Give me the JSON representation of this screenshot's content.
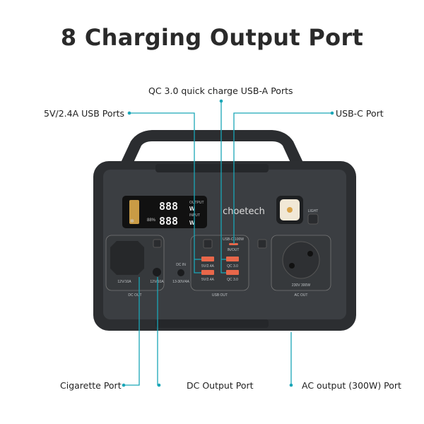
{
  "title": "8 Charging Output Port",
  "callouts": {
    "qc_usb_a": "QC 3.0 quick charge USB-A Ports",
    "usb_5v": "5V/2.4A USB Ports",
    "usb_c": "USB-C Port",
    "cigarette": "Cigarette Port",
    "dc_output": "DC Output Port",
    "ac_output": "AC output (300W) Port"
  },
  "device": {
    "brand": "choetech",
    "display": {
      "digits_top": "888",
      "digits_bottom": "888",
      "unit": "W",
      "output_label": "OUTPUT",
      "input_label": "INPUT",
      "battery_percent": "88%"
    },
    "light_label": "LIGHT",
    "dc_out": {
      "socket_rating": "12V/10A",
      "jack_rating": "12V/10A",
      "section_label": "DC OUT"
    },
    "dc_in": {
      "label": "DC IN",
      "rating": "13-30V/4A"
    },
    "usb_out": {
      "usb_c_label": "USB-C 100W",
      "usb_c_mode": "IN/OUT",
      "port_5v_1": "5V/2.4A",
      "port_5v_2": "5V/2.4A",
      "port_qc_1": "QC 3.0",
      "port_qc_2": "QC 3.0",
      "section_label": "USB OUT"
    },
    "ac_out": {
      "rating": "230V 300W",
      "section_label": "AC OUT"
    }
  },
  "colors": {
    "callout_line": "#1aa6b7",
    "body": "#3a3d40",
    "usb_port": "#e8674a"
  }
}
